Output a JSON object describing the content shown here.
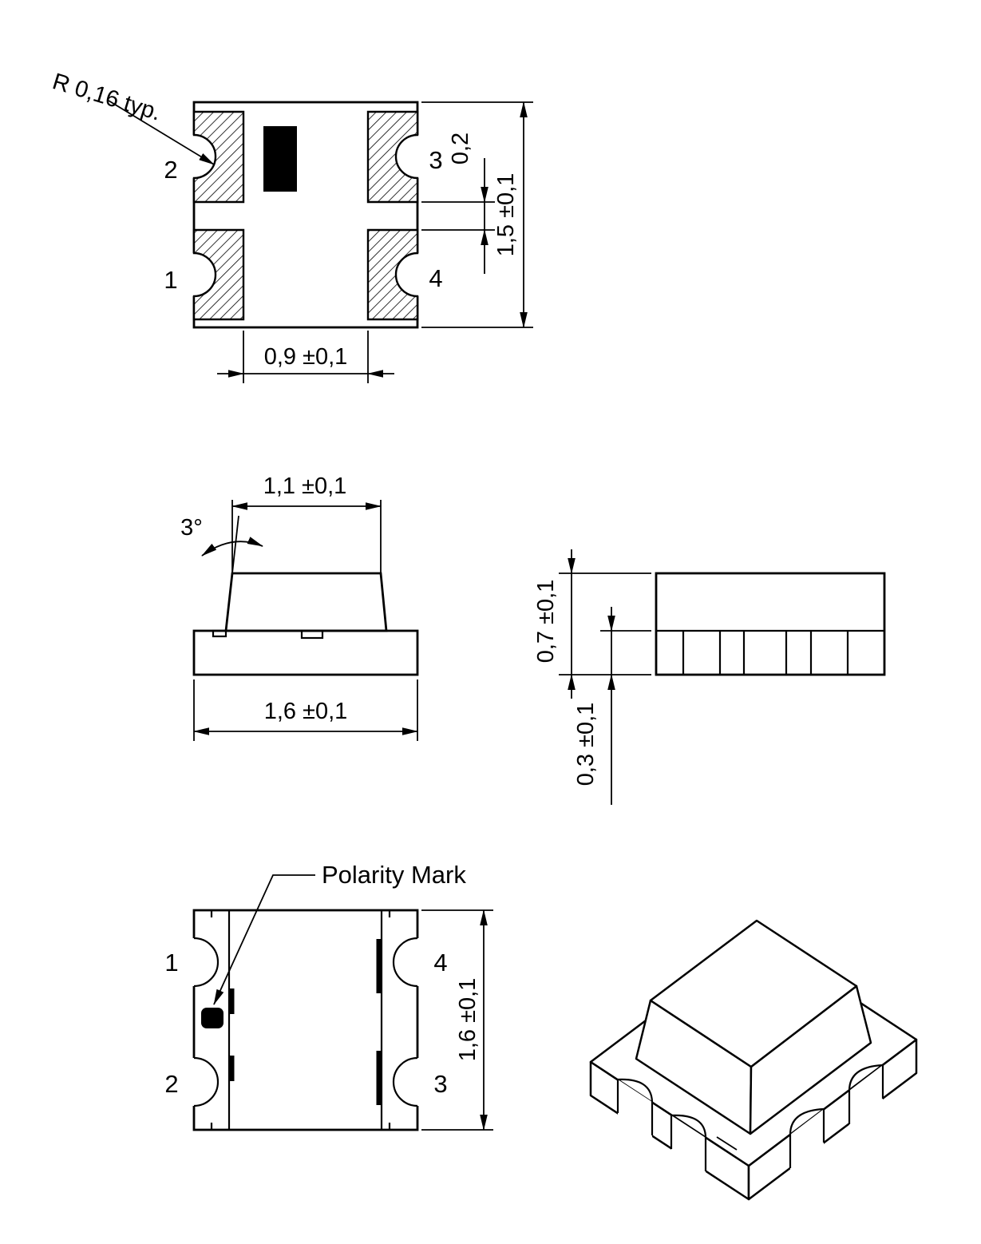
{
  "colors": {
    "line": "#000000",
    "background": "#ffffff",
    "polarity_mark": "#000000"
  },
  "top_view": {
    "pin1": "1",
    "pin2": "2",
    "pin3": "3",
    "pin4": "4",
    "radius_note": "R 0,16 typ.",
    "pad_gap_dim": "0,2",
    "height_dim": "1,5 ±0,1",
    "pad_span_dim": "0,9 ±0,1"
  },
  "front_view": {
    "top_width_dim": "1,1 ±0,1",
    "draft_angle_dim": "3°",
    "base_width_dim": "1,6 ±0,1"
  },
  "side_view": {
    "total_height_dim": "0,7 ±0,1",
    "standoff_dim": "0,3 ±0,1"
  },
  "bottom_view": {
    "polarity_label": "Polarity Mark",
    "pin1": "1",
    "pin2": "2",
    "pin3": "3",
    "pin4": "4",
    "height_dim": "1,6 ±0,1"
  }
}
